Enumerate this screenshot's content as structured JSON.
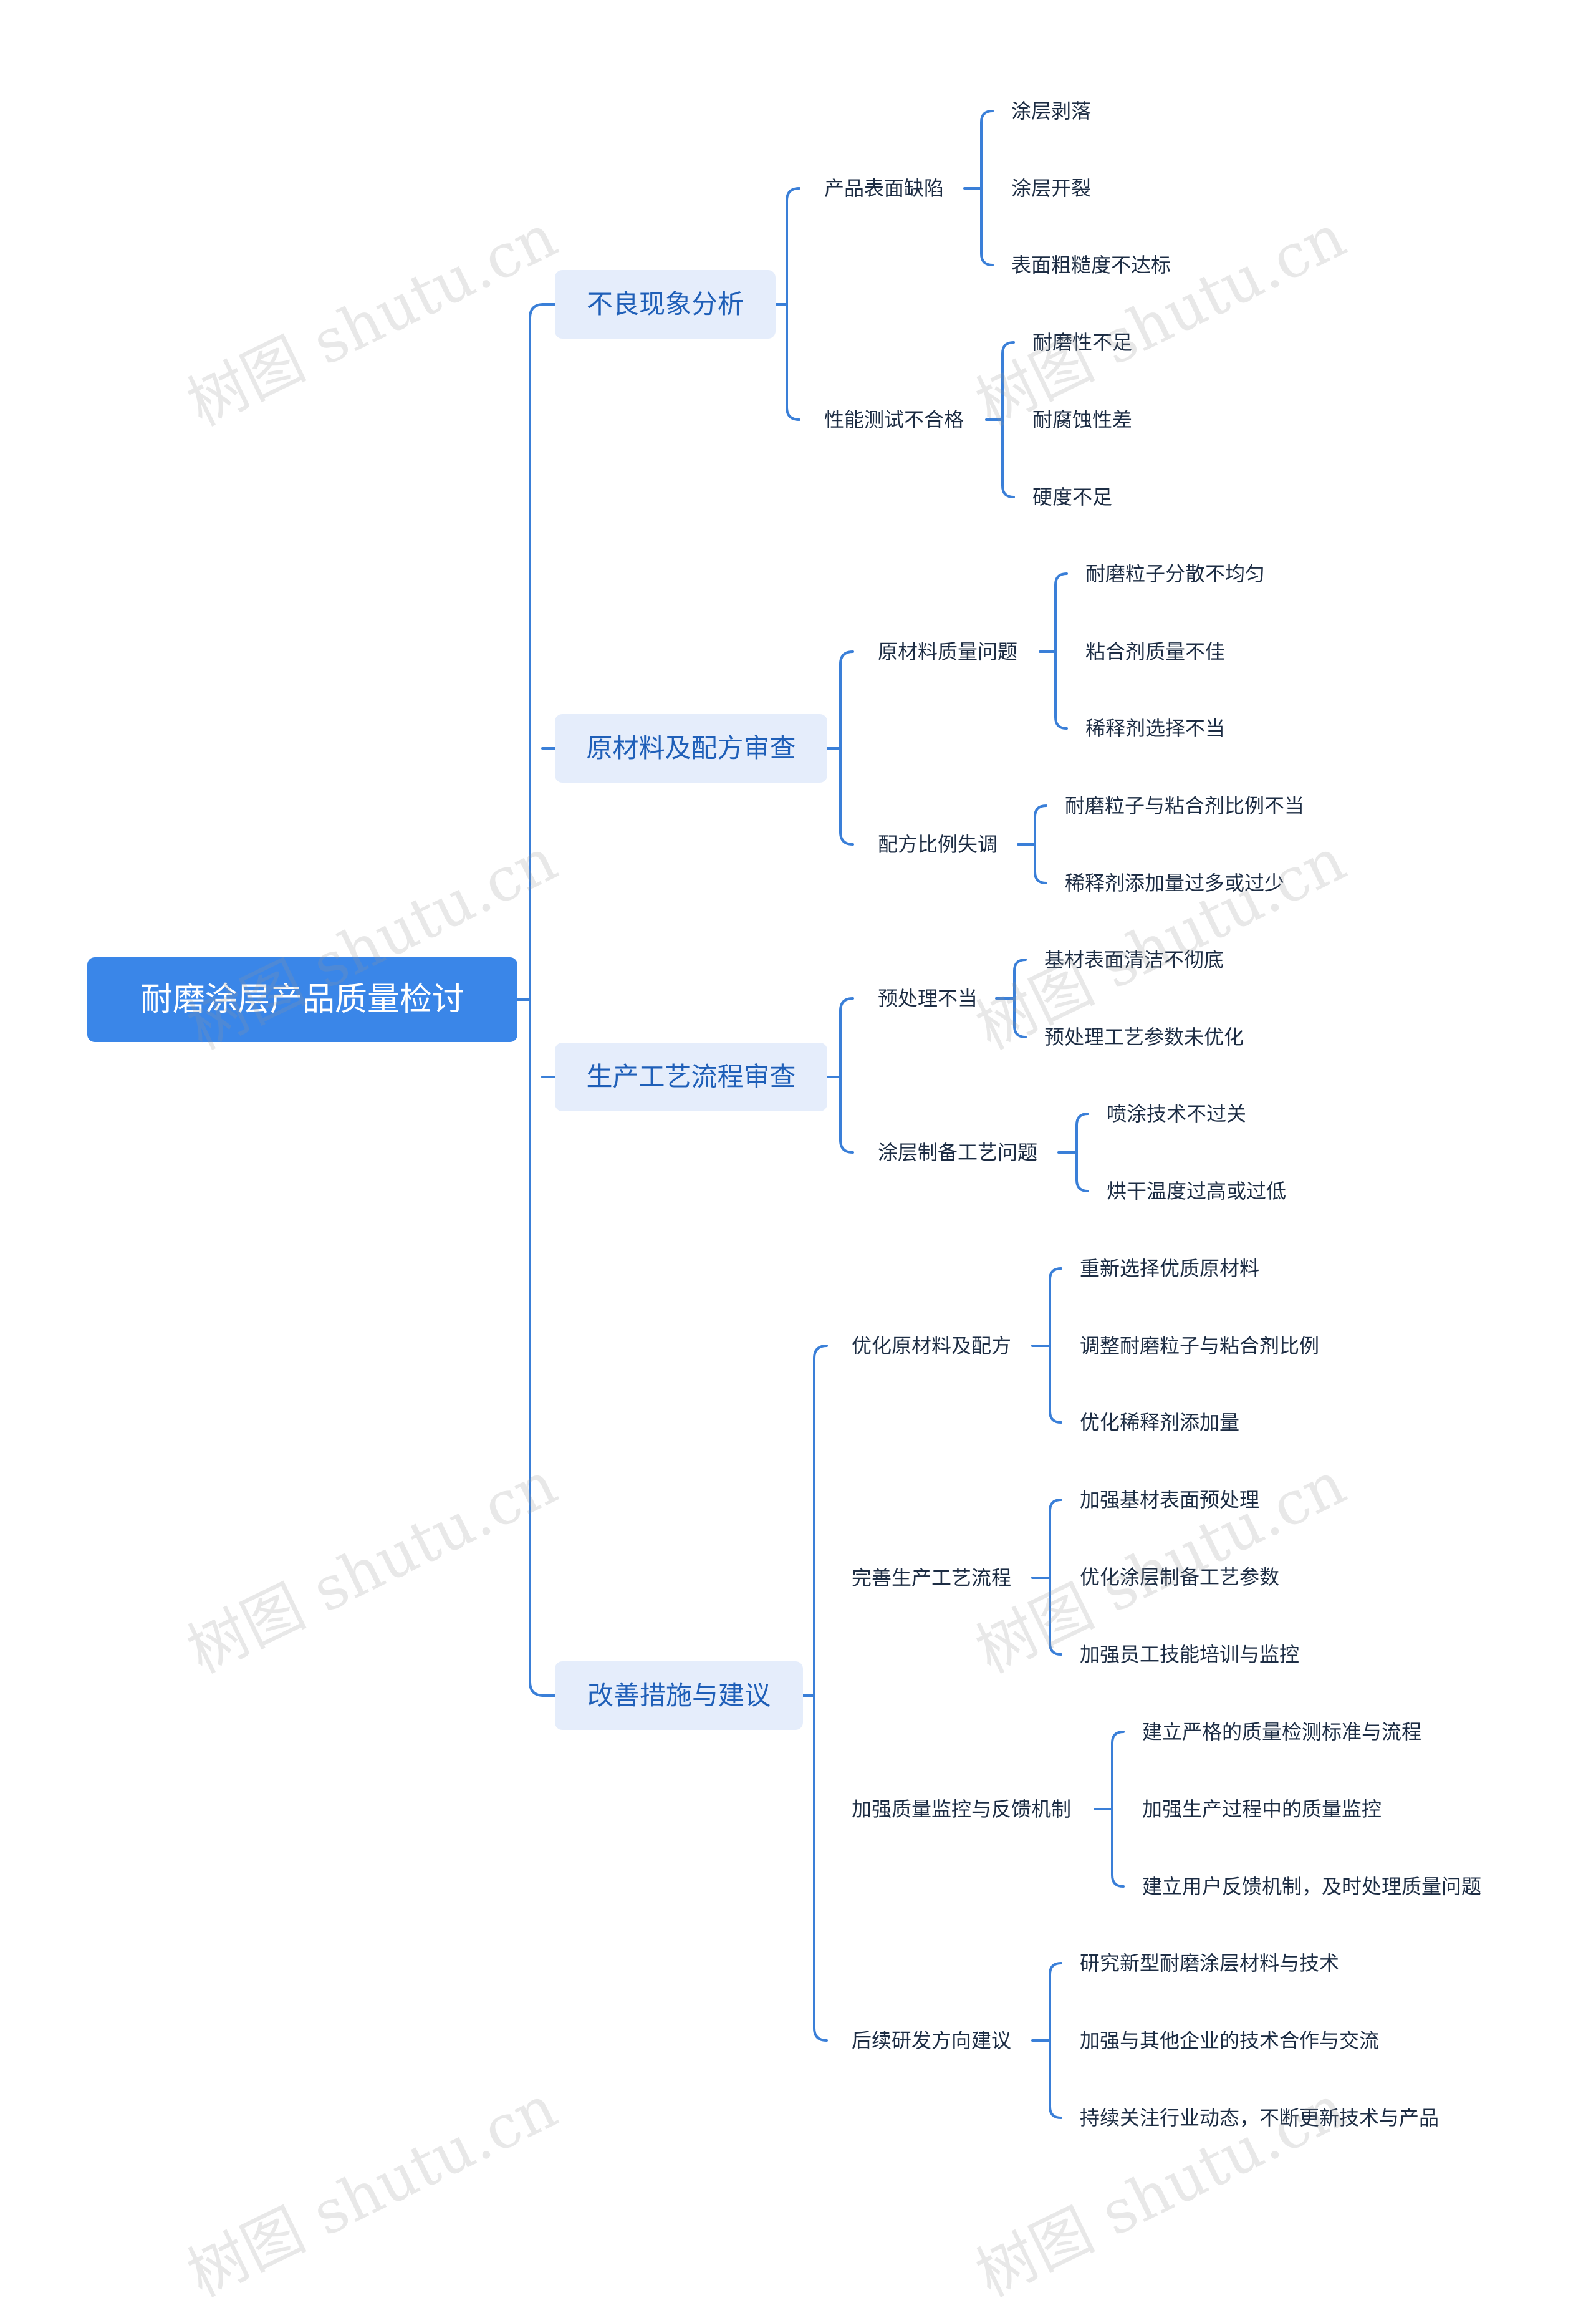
{
  "colors": {
    "line": "#3a7fd8",
    "root_bg": "#3a86e8",
    "branch_bg": "#e5edfb"
  },
  "watermark": "树图 shutu.cn",
  "root": {
    "label": "耐磨涂层产品质量检讨"
  },
  "branches": [
    {
      "label": "不良现象分析",
      "children": [
        {
          "label": "产品表面缺陷",
          "children": [
            "涂层剥落",
            "涂层开裂",
            "表面粗糙度不达标"
          ]
        },
        {
          "label": "性能测试不合格",
          "children": [
            "耐磨性不足",
            "耐腐蚀性差",
            "硬度不足"
          ]
        }
      ]
    },
    {
      "label": "原材料及配方审查",
      "children": [
        {
          "label": "原材料质量问题",
          "children": [
            "耐磨粒子分散不均匀",
            "粘合剂质量不佳",
            "稀释剂选择不当"
          ]
        },
        {
          "label": "配方比例失调",
          "children": [
            "耐磨粒子与粘合剂比例不当",
            "稀释剂添加量过多或过少"
          ]
        }
      ]
    },
    {
      "label": "生产工艺流程审查",
      "children": [
        {
          "label": "预处理不当",
          "children": [
            "基材表面清洁不彻底",
            "预处理工艺参数未优化"
          ]
        },
        {
          "label": "涂层制备工艺问题",
          "children": [
            "喷涂技术不过关",
            "烘干温度过高或过低"
          ]
        }
      ]
    },
    {
      "label": "改善措施与建议",
      "children": [
        {
          "label": "优化原材料及配方",
          "children": [
            "重新选择优质原材料",
            "调整耐磨粒子与粘合剂比例",
            "优化稀释剂添加量"
          ]
        },
        {
          "label": "完善生产工艺流程",
          "children": [
            "加强基材表面预处理",
            "优化涂层制备工艺参数",
            "加强员工技能培训与监控"
          ]
        },
        {
          "label": "加强质量监控与反馈机制",
          "children": [
            "建立严格的质量检测标准与流程",
            "加强生产过程中的质量监控",
            "建立用户反馈机制，及时处理质量问题"
          ]
        },
        {
          "label": "后续研发方向建议",
          "children": [
            "研究新型耐磨涂层材料与技术",
            "加强与其他企业的技术合作与交流",
            "持续关注行业动态，不断更新技术与产品"
          ]
        }
      ]
    }
  ]
}
